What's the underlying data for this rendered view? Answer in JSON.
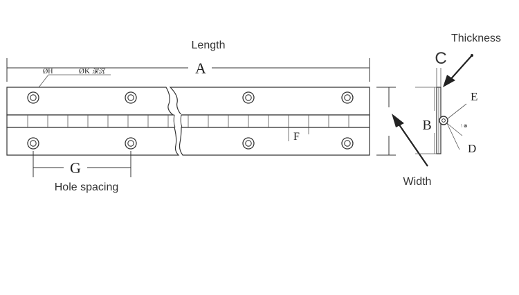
{
  "labels": {
    "length": "Length",
    "thickness": "Thickness",
    "width": "Width",
    "hole_spacing": "Hole spacing"
  },
  "dimension_letters": {
    "a": "A",
    "b": "B",
    "c": "C",
    "d": "D",
    "e": "E",
    "f": "F",
    "g": "G",
    "h": "ØH",
    "k": "ØK",
    "k_note": "深沉"
  },
  "colors": {
    "line": "#333333",
    "label_text": "#333333",
    "background": "#ffffff"
  }
}
